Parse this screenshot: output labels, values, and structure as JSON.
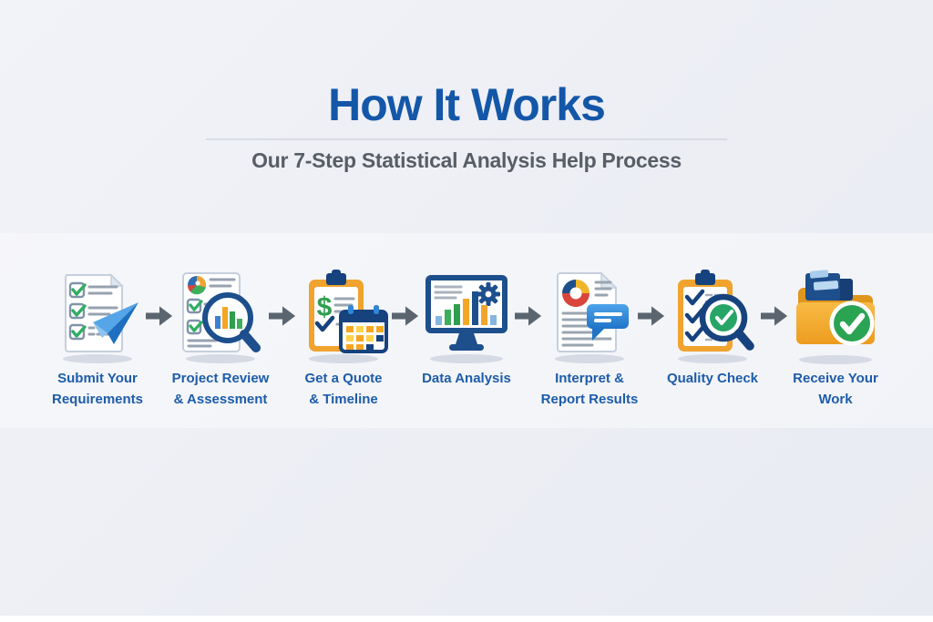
{
  "header": {
    "title": "How It Works",
    "subtitle": "Our 7-Step Statistical Analysis Help Process"
  },
  "process": {
    "steps": [
      {
        "label": "Submit Your Requirements",
        "lines": [
          "Submit Your",
          "Requirements"
        ],
        "icon": "checklist-paper-plane-icon"
      },
      {
        "label": "Project Review & Assessment",
        "lines": [
          "Project Review",
          "& Assessment"
        ],
        "icon": "review-magnifier-bar-chart-icon"
      },
      {
        "label": "Get a Quote & Timeline",
        "lines": [
          "Get a Quote",
          "& Timeline"
        ],
        "icon": "quote-clipboard-calendar-icon"
      },
      {
        "label": "Data Analysis",
        "lines": [
          "Data Analysis",
          ""
        ],
        "icon": "monitor-bar-chart-gear-icon"
      },
      {
        "label": "Interpret & Report Results",
        "lines": [
          "Interpret &",
          "Report Results"
        ],
        "icon": "report-donut-speech-bubble-icon"
      },
      {
        "label": "Quality Check",
        "lines": [
          "Quality Check",
          ""
        ],
        "icon": "quality-clipboard-magnifier-icon"
      },
      {
        "label": "Receive Your Work",
        "lines": [
          "Receive Your",
          "Work"
        ],
        "icon": "folder-green-checkmark-icon"
      }
    ],
    "connector_icon": "right-arrow-icon"
  },
  "colors": {
    "title_blue": "#1457a8",
    "label_blue": "#1d5caa",
    "subtitle_gray": "#585d66",
    "arrow_gray": "#5b6570",
    "accent_orange": "#f0a32f",
    "accent_green": "#2aa353",
    "accent_navy": "#1d4f8c",
    "check_green": "#2fae62",
    "background": "#edeff5"
  }
}
